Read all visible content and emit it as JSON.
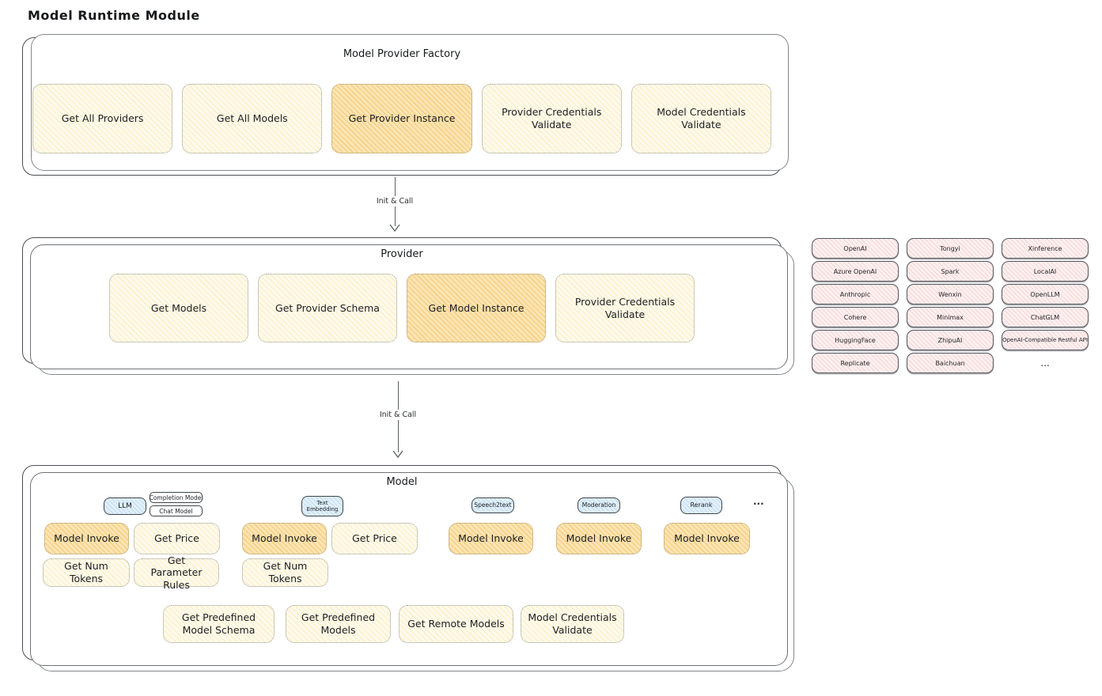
{
  "title": "Model Runtime Module",
  "arrows": {
    "first": "Init & Call",
    "second": "Init & Call"
  },
  "factory": {
    "title": "Model Provider Factory",
    "buttons": [
      {
        "label": "Get All Providers",
        "highlighted": false
      },
      {
        "label": "Get All Models",
        "highlighted": false
      },
      {
        "label": "Get Provider Instance",
        "highlighted": true
      },
      {
        "label": "Provider Credentials Validate",
        "highlighted": false
      },
      {
        "label": "Model Credentials Validate",
        "highlighted": false
      }
    ]
  },
  "provider": {
    "title": "Provider",
    "buttons": [
      {
        "label": "Get Models",
        "highlighted": false
      },
      {
        "label": "Get Provider Schema",
        "highlighted": false
      },
      {
        "label": "Get Model Instance",
        "highlighted": true
      },
      {
        "label": "Provider Credentials Validate",
        "highlighted": false
      }
    ]
  },
  "provider_list": {
    "items": [
      "OpenAI",
      "Tongyi",
      "Xinference",
      "Azure OpenAI",
      "Spark",
      "LocalAI",
      "Anthropic",
      "Wenxin",
      "OpenLLM",
      "Cohere",
      "Minimax",
      "ChatGLM",
      "HuggingFace",
      "ZhipuAI",
      "OpenAI-Compatible Restful API",
      "Replicate",
      "Baichuan"
    ],
    "more": "..."
  },
  "model": {
    "title": "Model",
    "tabs": {
      "llm": "LLM",
      "completion_model": "Completion Model",
      "chat_model": "Chat Model",
      "text_embedding": "Text Embedding",
      "speech2text": "Speech2text",
      "moderation": "Moderation",
      "rerank": "Rerank",
      "more": "..."
    },
    "buttons": {
      "model_invoke": "Model Invoke",
      "get_price": "Get Price",
      "get_num_tokens": "Get Num Tokens",
      "get_parameter_rules": "Get Parameter Rules",
      "get_predefined_model_schema": "Get Predefined Model Schema",
      "get_predefined_models": "Get Predefined Models",
      "get_remote_models": "Get Remote Models",
      "model_credentials_validate": "Model Credentials Validate"
    }
  },
  "colors": {
    "node_yellow": "#fefaec",
    "node_highlight_orange": "#fbe9c0",
    "tab_blue": "#e2f0fa",
    "provider_pink": "#fdf0f0",
    "box_border": "#4b4e54"
  }
}
